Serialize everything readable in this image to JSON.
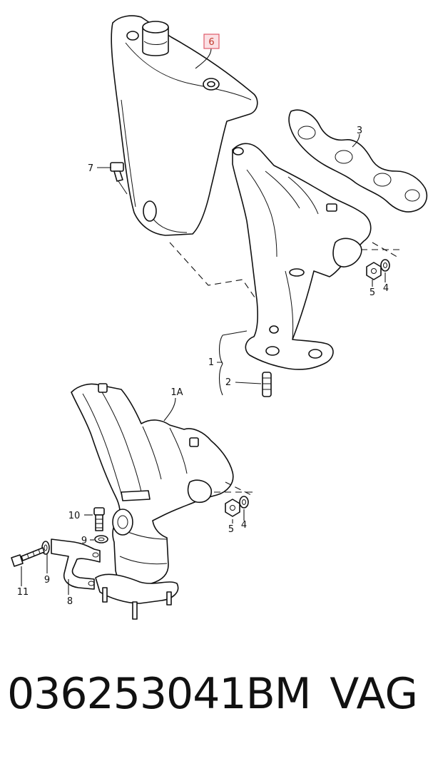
{
  "diagram": {
    "callouts": {
      "c1": "1",
      "c1a": "1A",
      "c2": "2",
      "c3": "3",
      "c4_upper": "4",
      "c4_lower": "4",
      "c5_upper": "5",
      "c5_lower": "5",
      "c6": "6",
      "c7": "7",
      "c8": "8",
      "c9_upper": "9",
      "c9_lower": "9",
      "c10": "10",
      "c11": "11"
    },
    "highlighted_callout": "6",
    "highlight_color": "#e05a6a"
  },
  "footer": {
    "part_number": "036253041BM",
    "brand": "VAG"
  }
}
